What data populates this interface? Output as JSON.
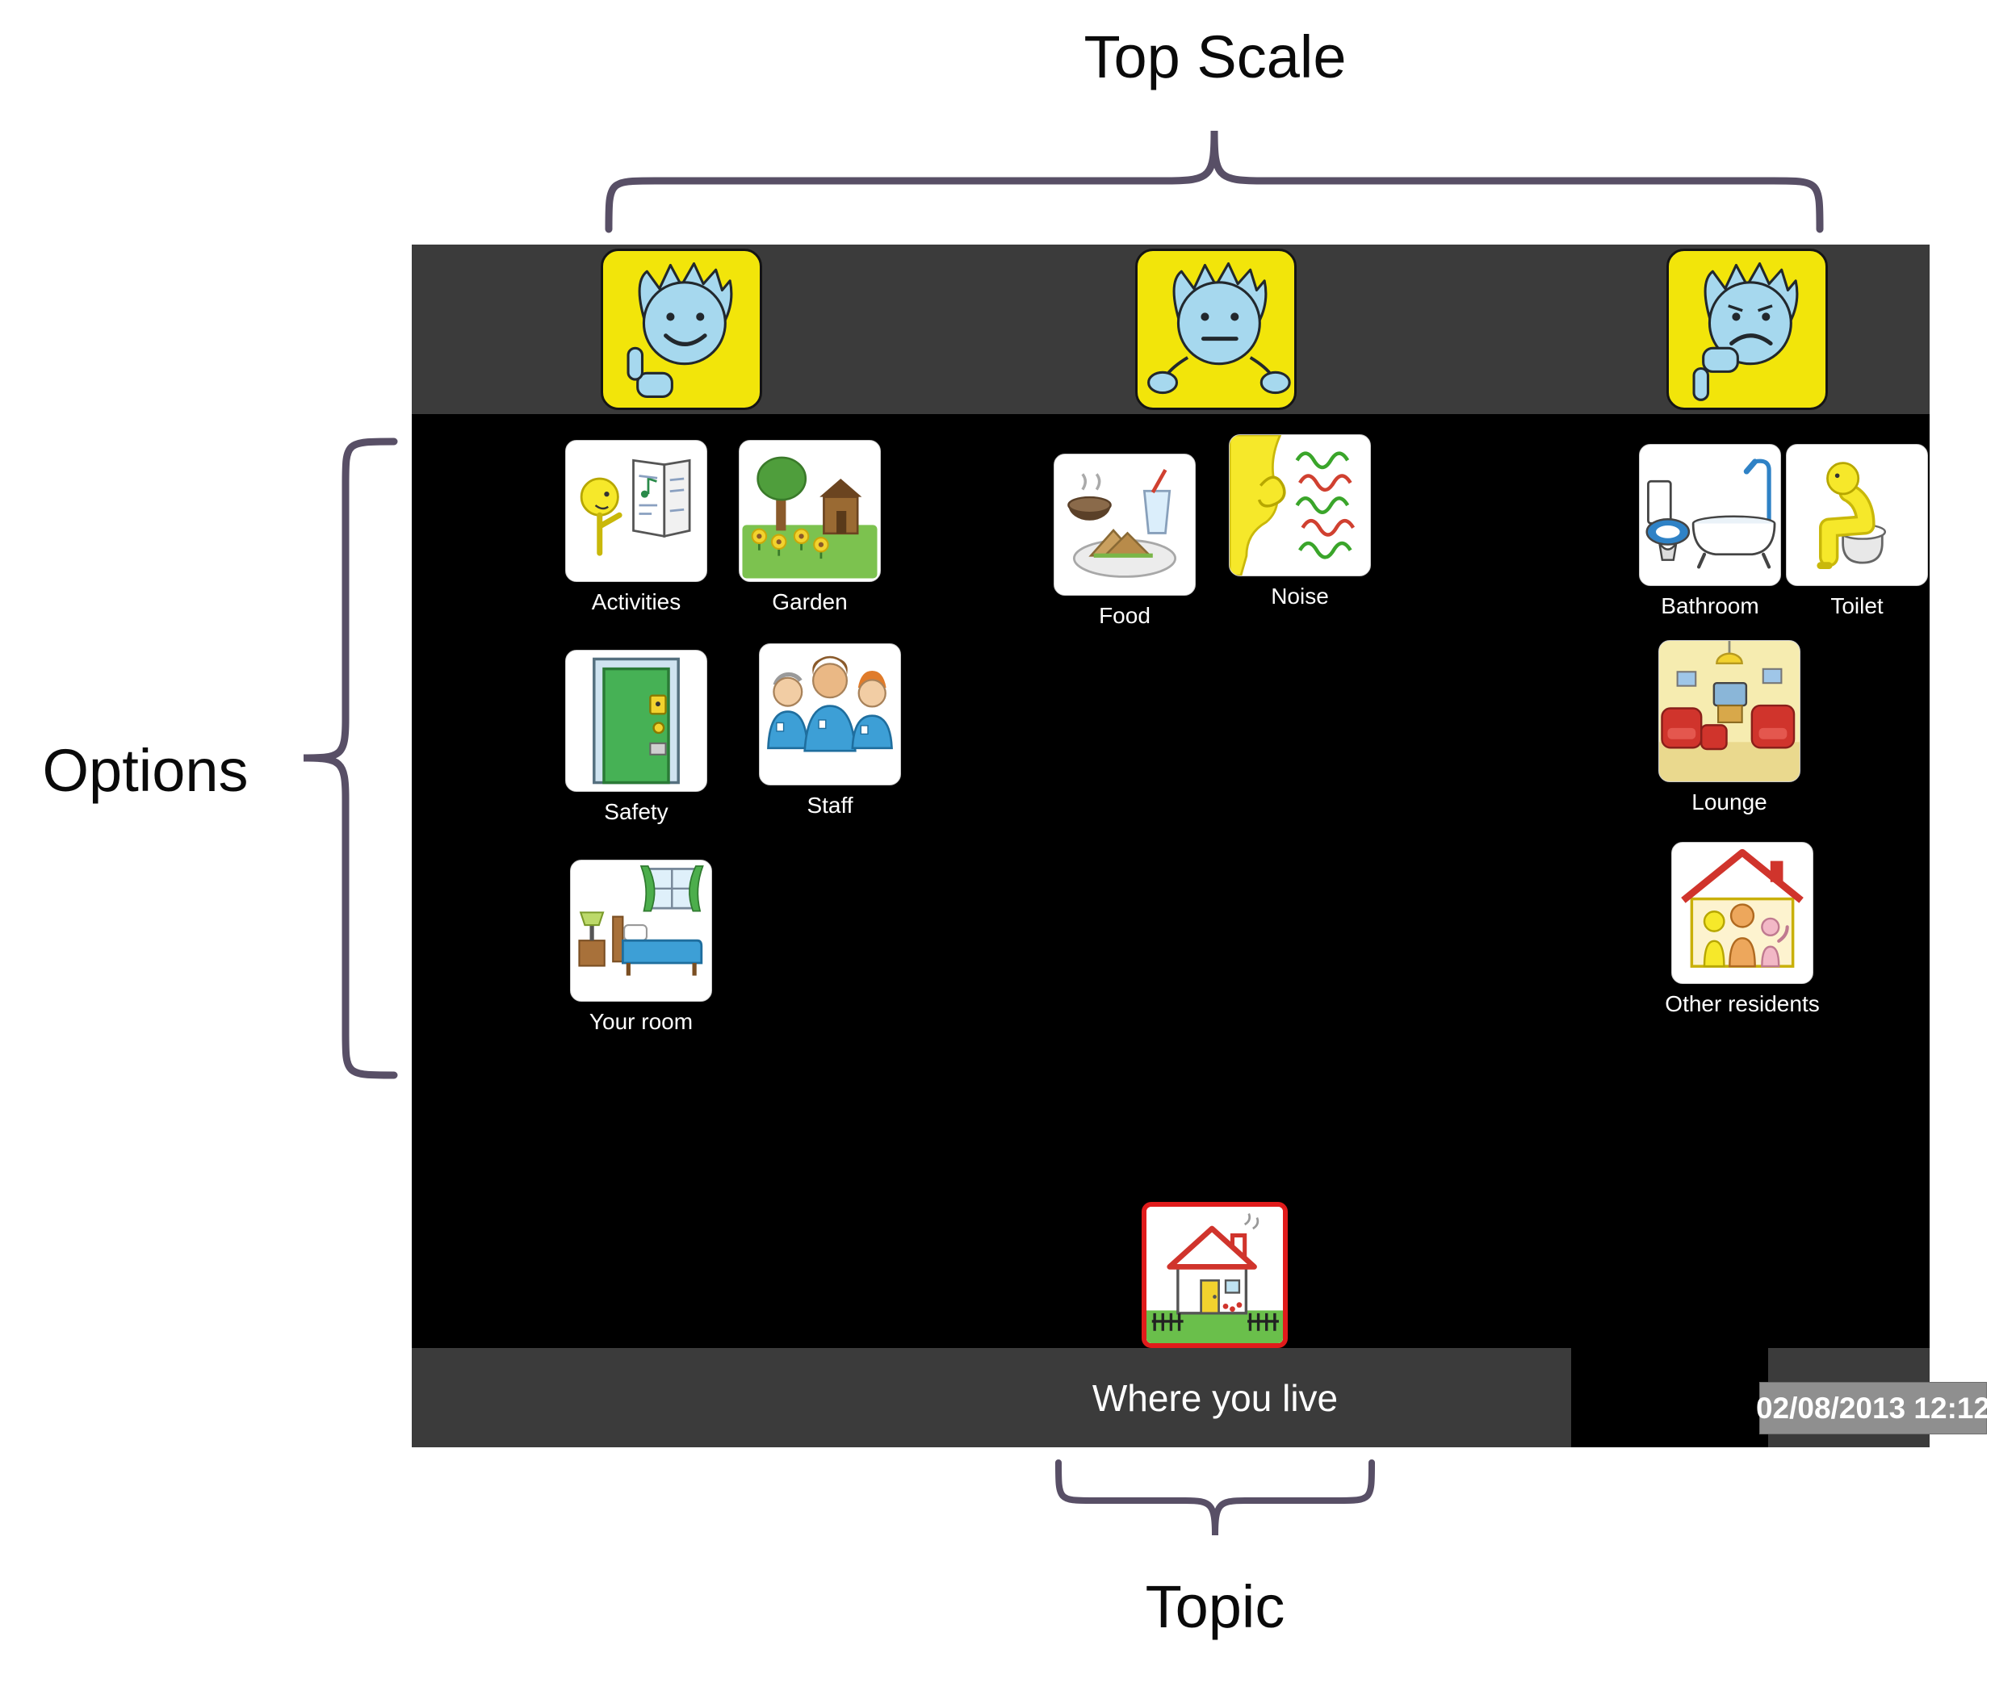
{
  "annotations": {
    "top_scale_label": "Top Scale",
    "options_label": "Options",
    "topic_label": "Topic",
    "brace_color": "#584f66"
  },
  "colors": {
    "bar_gray": "#3b3b3b",
    "board_black": "#000000",
    "tile_yellow": "#f2e50a",
    "topic_highlight_red": "#e01b1b",
    "label_white": "#ffffff"
  },
  "app": {
    "top_scale": {
      "items": [
        {
          "icon": "happy-thumbs-up-icon"
        },
        {
          "icon": "neutral-unsure-icon"
        },
        {
          "icon": "sad-thumbs-down-icon"
        }
      ]
    },
    "options": [
      {
        "label": "Activities",
        "icon": "activities-icon"
      },
      {
        "label": "Garden",
        "icon": "garden-icon"
      },
      {
        "label": "Food",
        "icon": "food-icon"
      },
      {
        "label": "Noise",
        "icon": "noise-icon"
      },
      {
        "label": "Bathroom",
        "icon": "bathroom-icon"
      },
      {
        "label": "Toilet",
        "icon": "toilet-icon"
      },
      {
        "label": "Safety",
        "icon": "safety-icon"
      },
      {
        "label": "Staff",
        "icon": "staff-icon"
      },
      {
        "label": "Lounge",
        "icon": "lounge-icon"
      },
      {
        "label": "Your room",
        "icon": "your-room-icon"
      },
      {
        "label": "Other residents",
        "icon": "other-residents-icon"
      }
    ],
    "topic": {
      "label": "Where you live",
      "icon": "house-icon"
    },
    "status": {
      "datetime": "02/08/2013 12:12"
    }
  }
}
